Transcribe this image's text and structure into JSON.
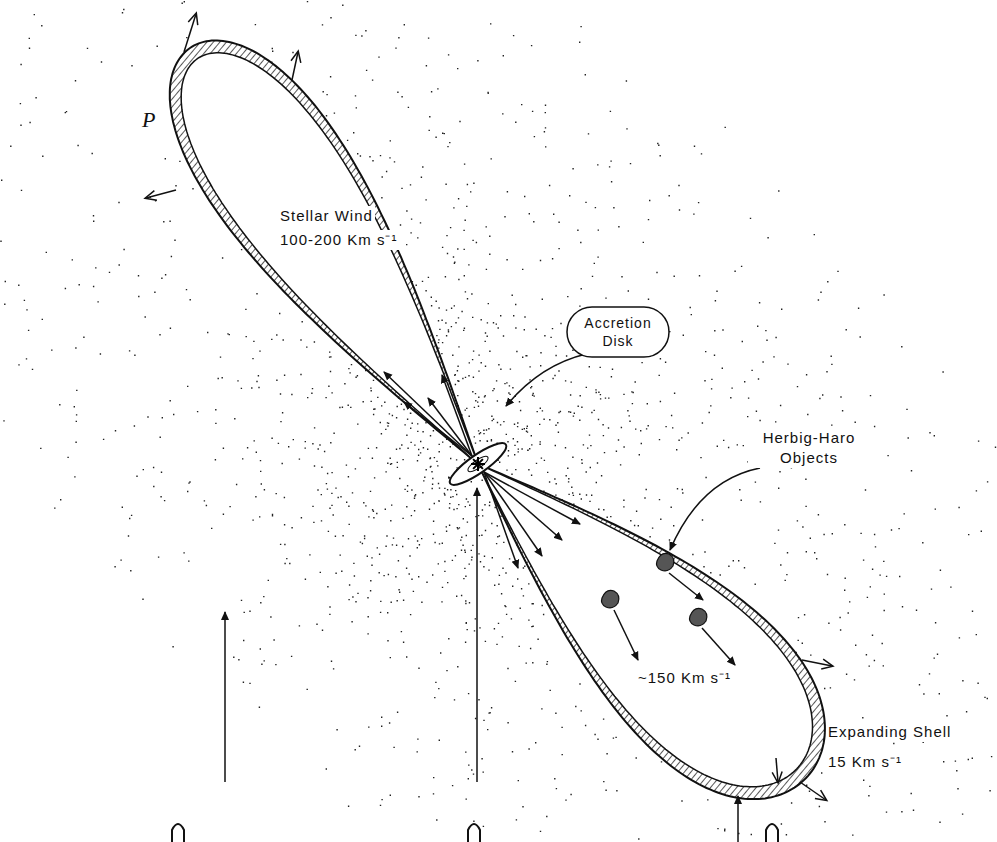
{
  "diagram": {
    "nodes": [
      {
        "text": [
          "Accretion Disk"
        ]
      }
    ],
    "labels": [
      "P",
      "Stellar Wind",
      "100-200 Km s⁻¹",
      "Herbig-Haro Objects",
      "~150 Km s⁻¹",
      "Expanding Shell",
      "15 Km s⁻¹"
    ]
  }
}
